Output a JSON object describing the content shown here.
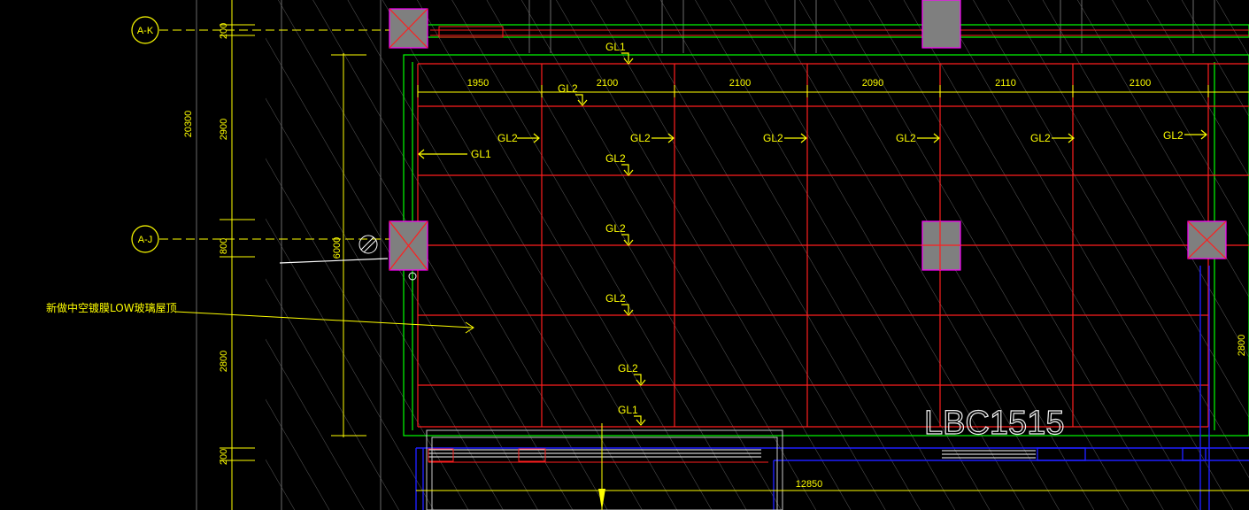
{
  "axes": [
    {
      "label": "A-K"
    },
    {
      "label": "A-J"
    }
  ],
  "vertical_dims": {
    "overall": "20300",
    "d1": "200",
    "d2": "2900",
    "d3": "800",
    "d4": "2800",
    "d5": "200",
    "inner": "6000",
    "right": "2800"
  },
  "horizontal_dims": [
    "1950",
    "2100",
    "2100",
    "2090",
    "2110",
    "2100"
  ],
  "bottom_dim": "12850",
  "beam_labels": {
    "gl1": "GL1",
    "gl2": "GL2"
  },
  "note": "新做中空镀膜LOW玻璃屋顶",
  "window_tag": "LBC1515",
  "colors": {
    "background": "#000000",
    "grid_red": "#ff1e1e",
    "outline_green": "#00ff00",
    "text_yellow": "#ffff00",
    "column_fill": "#7f7f7f",
    "column_edge": "#ff00ff",
    "blue": "#1e1eff",
    "hatch": "#606060"
  }
}
